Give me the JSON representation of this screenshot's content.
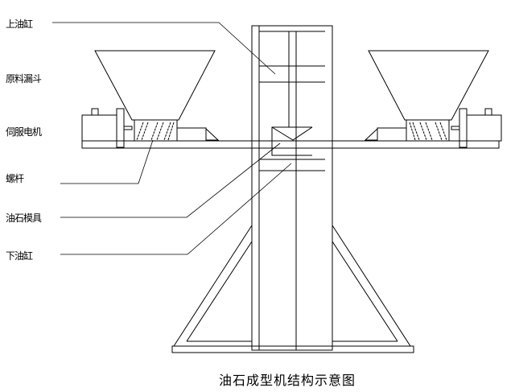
{
  "labels": {
    "upper_cylinder": "上油缸",
    "hopper": "原料漏斗",
    "servo_motor": "伺服电机",
    "screw": "螺杆",
    "mold": "油石模具",
    "lower_cylinder": "下油缸"
  },
  "title": "油石成型机结构示意图"
}
